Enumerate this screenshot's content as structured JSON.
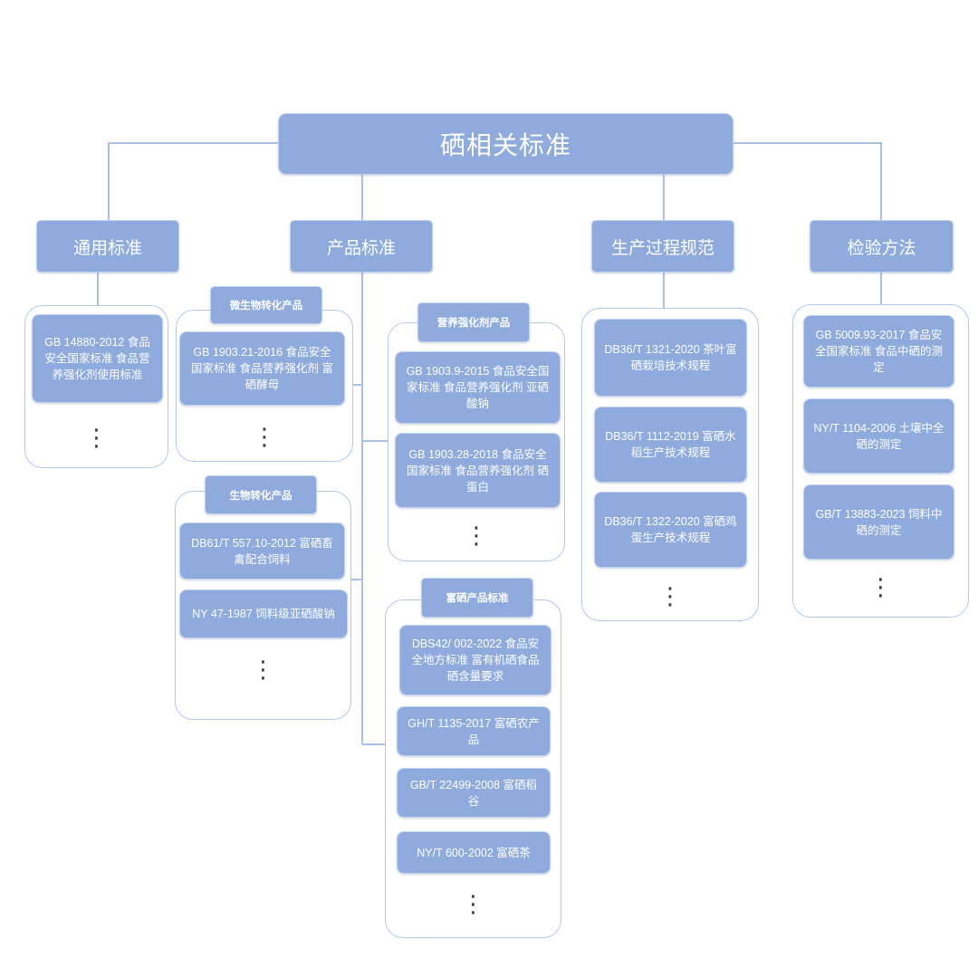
{
  "root": {
    "label": "硒相关标准"
  },
  "categories": [
    {
      "label": "通用标准",
      "items": [
        "GB 14880-2012 食品安全国家标准 食品营养强化剂使用标准"
      ]
    },
    {
      "label": "产品标准",
      "subgroups": [
        {
          "label": "微生物转化产品",
          "items": [
            "GB 1903.21-2016 食品安全国家标准 食品营养强化剂 富硒酵母"
          ]
        },
        {
          "label": "营养强化剂产品",
          "items": [
            "GB 1903.9-2015 食品安全国家标准 食品营养强化剂 亚硒酸钠",
            "GB 1903.28-2018 食品安全国家标准 食品营养强化剂 硒蛋白"
          ]
        },
        {
          "label": "生物转化产品",
          "items": [
            "DB61/T 557.10-2012 富硒畜禽配合饲料",
            "NY 47-1987 饲料级亚硒酸钠"
          ]
        },
        {
          "label": "富硒产品标准",
          "items": [
            "DBS42/ 002-2022 食品安全地方标准 富有机硒食品硒含量要求",
            "GH/T 1135-2017 富硒农产品",
            "GB/T 22499-2008 富硒稻谷",
            "NY/T 600-2002 富硒茶"
          ]
        }
      ]
    },
    {
      "label": "生产过程规范",
      "items": [
        "DB36/T 1321-2020 茶叶富硒栽培技术规程",
        "DB36/T 1112-2019 富硒水稻生产技术规程",
        "DB36/T 1322-2020 富硒鸡蛋生产技术规程"
      ]
    },
    {
      "label": "检验方法",
      "items": [
        "GB 5009.93-2017 食品安全国家标准 食品中硒的测定",
        "NY/T 1104-2006 土壤中全硒的测定",
        "GB/T 13883-2023 饲料中硒的测定"
      ]
    }
  ],
  "ellipsis": "⋮",
  "colors": {
    "fill": "#8faadc",
    "edge": "#c3d2ee",
    "line": "#a8bfe6",
    "group": "#b6c8ea",
    "text": "#ffffff",
    "dots": "#3a3a3a"
  }
}
